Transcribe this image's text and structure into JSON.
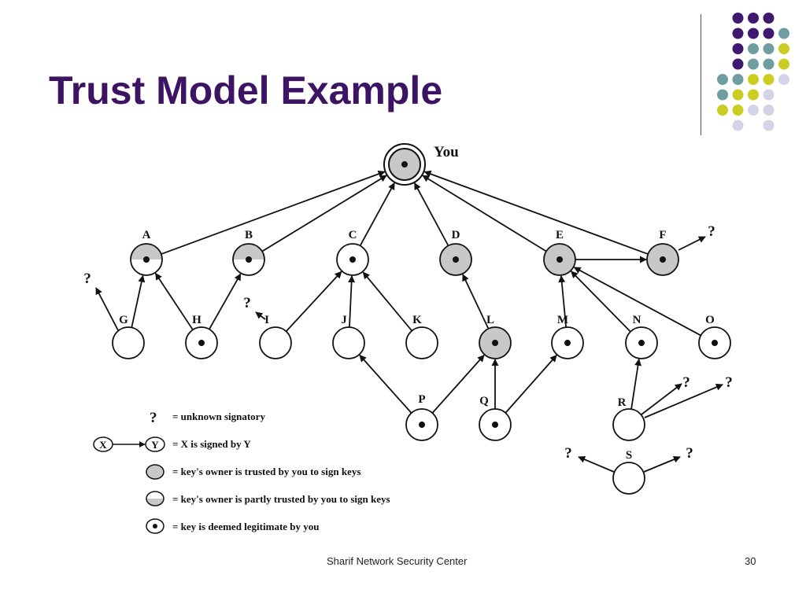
{
  "slide": {
    "title": "Trust Model Example",
    "footer": "Sharif Network Security Center",
    "page_number": "30"
  },
  "colors": {
    "title": "#3d1464",
    "purple": "#3f1870",
    "teal": "#6f9ea0",
    "yellow": "#cccc22",
    "lavender": "#d4d4e8",
    "trusted_fill": "#c8c8c8"
  },
  "diagram": {
    "root": {
      "id": "you",
      "label": "You"
    },
    "nodes": [
      {
        "id": "A",
        "label": "A",
        "trust": "partial",
        "legit": true
      },
      {
        "id": "B",
        "label": "B",
        "trust": "partial",
        "legit": true
      },
      {
        "id": "C",
        "label": "C",
        "trust": "none",
        "legit": true
      },
      {
        "id": "D",
        "label": "D",
        "trust": "full",
        "legit": true
      },
      {
        "id": "E",
        "label": "E",
        "trust": "full",
        "legit": true
      },
      {
        "id": "F",
        "label": "F",
        "trust": "full",
        "legit": true
      },
      {
        "id": "G",
        "label": "G",
        "trust": "none",
        "legit": false
      },
      {
        "id": "H",
        "label": "H",
        "trust": "none",
        "legit": true
      },
      {
        "id": "I",
        "label": "I",
        "trust": "none",
        "legit": false
      },
      {
        "id": "J",
        "label": "J",
        "trust": "none",
        "legit": false
      },
      {
        "id": "K",
        "label": "K",
        "trust": "none",
        "legit": false
      },
      {
        "id": "L",
        "label": "L",
        "trust": "full",
        "legit": true
      },
      {
        "id": "M",
        "label": "M",
        "trust": "none",
        "legit": true
      },
      {
        "id": "N",
        "label": "N",
        "trust": "none",
        "legit": true
      },
      {
        "id": "O",
        "label": "O",
        "trust": "none",
        "legit": true
      },
      {
        "id": "P",
        "label": "P",
        "trust": "none",
        "legit": true
      },
      {
        "id": "Q",
        "label": "Q",
        "trust": "none",
        "legit": true
      },
      {
        "id": "R",
        "label": "R",
        "trust": "none",
        "legit": false
      },
      {
        "id": "S",
        "label": "S",
        "trust": "none",
        "legit": false
      }
    ],
    "edges": [
      [
        "A",
        "you"
      ],
      [
        "B",
        "you"
      ],
      [
        "C",
        "you"
      ],
      [
        "D",
        "you"
      ],
      [
        "E",
        "you"
      ],
      [
        "F",
        "you"
      ],
      [
        "G",
        "A"
      ],
      [
        "H",
        "A"
      ],
      [
        "H",
        "B"
      ],
      [
        "I",
        "C"
      ],
      [
        "J",
        "C"
      ],
      [
        "K",
        "C"
      ],
      [
        "L",
        "D"
      ],
      [
        "M",
        "E"
      ],
      [
        "N",
        "E"
      ],
      [
        "O",
        "E"
      ],
      [
        "E",
        "F"
      ],
      [
        "P",
        "J"
      ],
      [
        "P",
        "L"
      ],
      [
        "Q",
        "L"
      ],
      [
        "Q",
        "M"
      ],
      [
        "R",
        "N"
      ]
    ],
    "unknown_mark": "?",
    "legend": [
      {
        "symbol": "unknown",
        "text": "= unknown signatory"
      },
      {
        "symbol": "signed",
        "text": "= X is signed by Y",
        "from": "X",
        "to": "Y"
      },
      {
        "symbol": "trusted",
        "text": "= key's owner is trusted by you to sign keys"
      },
      {
        "symbol": "partial",
        "text": "= key's owner is partly trusted by you to sign keys"
      },
      {
        "symbol": "legit",
        "text": "= key is deemed legitimate by you"
      }
    ]
  }
}
